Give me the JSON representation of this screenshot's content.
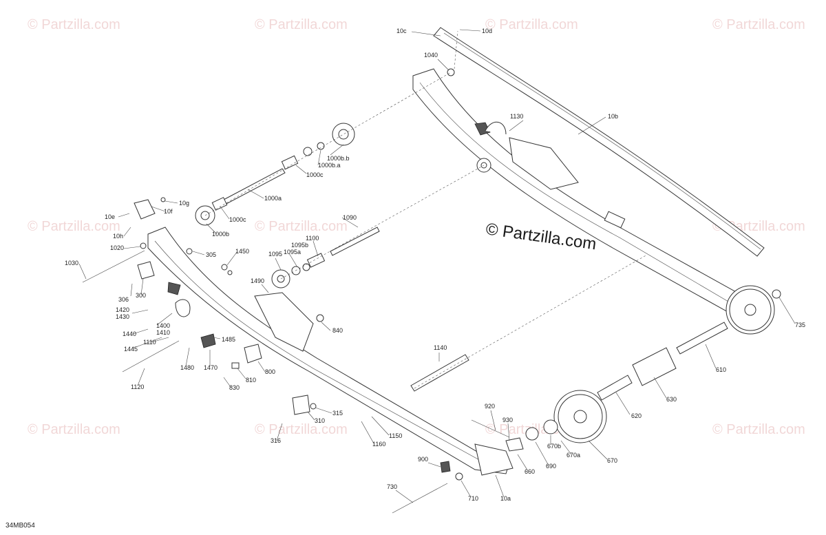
{
  "watermark": {
    "text": "© Partzilla.com",
    "main_text": "© Partzilla.com",
    "color": "#e7b8b8"
  },
  "drawing_code": "34MB054",
  "labels": [
    "10c",
    "10d",
    "1040",
    "1130",
    "10b",
    "1000b.b",
    "1000b.a",
    "1000c",
    "1000a",
    "10g",
    "10e",
    "10f",
    "10h",
    "1000c",
    "1000b",
    "1090",
    "1020",
    "305",
    "1450",
    "1100",
    "1095b",
    "1095a",
    "1095",
    "1030",
    "306",
    "300",
    "1490",
    "1420",
    "1430",
    "1400",
    "1410",
    "1440",
    "1110",
    "1485",
    "840",
    "1445",
    "1480",
    "1470",
    "1120",
    "800",
    "810",
    "830",
    "1140",
    "735",
    "610",
    "630",
    "620",
    "315",
    "310",
    "316",
    "1160",
    "1150",
    "920",
    "930",
    "670b",
    "670a",
    "670",
    "690",
    "660",
    "900",
    "710",
    "10a",
    "730"
  ]
}
